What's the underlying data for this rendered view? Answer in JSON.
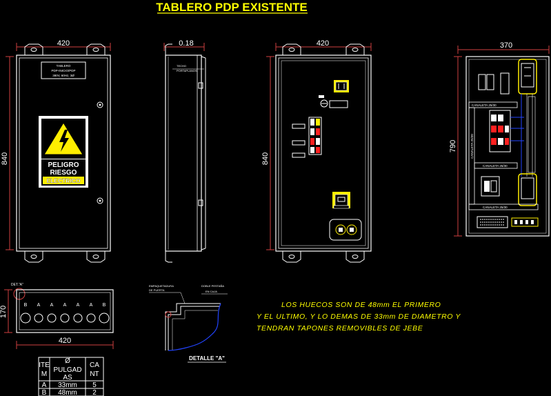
{
  "title": "TABLERO PDP EXISTENTE",
  "colors": {
    "background": "#000000",
    "line": "#ffffff",
    "dimension": "#d04040",
    "title": "#ffff00",
    "note": "#ffff00",
    "warning_yellow": "#ffee00",
    "red_breaker": "#ff2020",
    "blue_cable": "#2244ff"
  },
  "front_view": {
    "width_dim": "420",
    "height_dim": "840",
    "label_lines": [
      "TABLERO",
      "PDP-INICIO/PDP",
      "380V, 60Hz, 3Ø"
    ],
    "sign_line1": "PELIGRO",
    "sign_line2": "RIESGO",
    "sign_line3": "ELECTRICO"
  },
  "side_view": {
    "depth_dim": "0.18",
    "callout_lines": [
      "TECHO",
      "PORTAPLANOS"
    ]
  },
  "inner_view": {
    "width_dim": "420",
    "height_dim": "840"
  },
  "mount_view": {
    "width_dim": "370",
    "height_dim": "790",
    "duct_top": "CANALETA 25/30",
    "duct_vertical": "CANALETA 25/30",
    "duct_mid": "CANALETA 25/30",
    "duct_bottom": "CANALETA 25/30"
  },
  "bottom_view": {
    "detail_callout": "DET.\"A\"",
    "holes": [
      "B",
      "A",
      "A",
      "A",
      "A",
      "A",
      "B"
    ],
    "height_dim": "170",
    "width_dim": "420"
  },
  "detail_a": {
    "callout_left": [
      "EMPAQUETADURA",
      "DE PUERTA"
    ],
    "callout_right": [
      "DOBLE PESTAÑA",
      "EN CAJA"
    ],
    "label": "DETALLE \"A\""
  },
  "note_lines": [
    "LOS HUECOS SON DE 48mm EL PRIMERO",
    "Y EL ULTIMO, Y LO DEMAS DE 33mm DE DIAMETRO Y",
    "TENDRAN TAPONES REMOVIBLES DE JEBE"
  ],
  "table": {
    "headers": [
      "ITEM",
      "Ø PULGADAS",
      "CANT"
    ],
    "rows": [
      [
        "A",
        "33mm",
        "5"
      ],
      [
        "B",
        "48mm",
        "2"
      ]
    ]
  }
}
